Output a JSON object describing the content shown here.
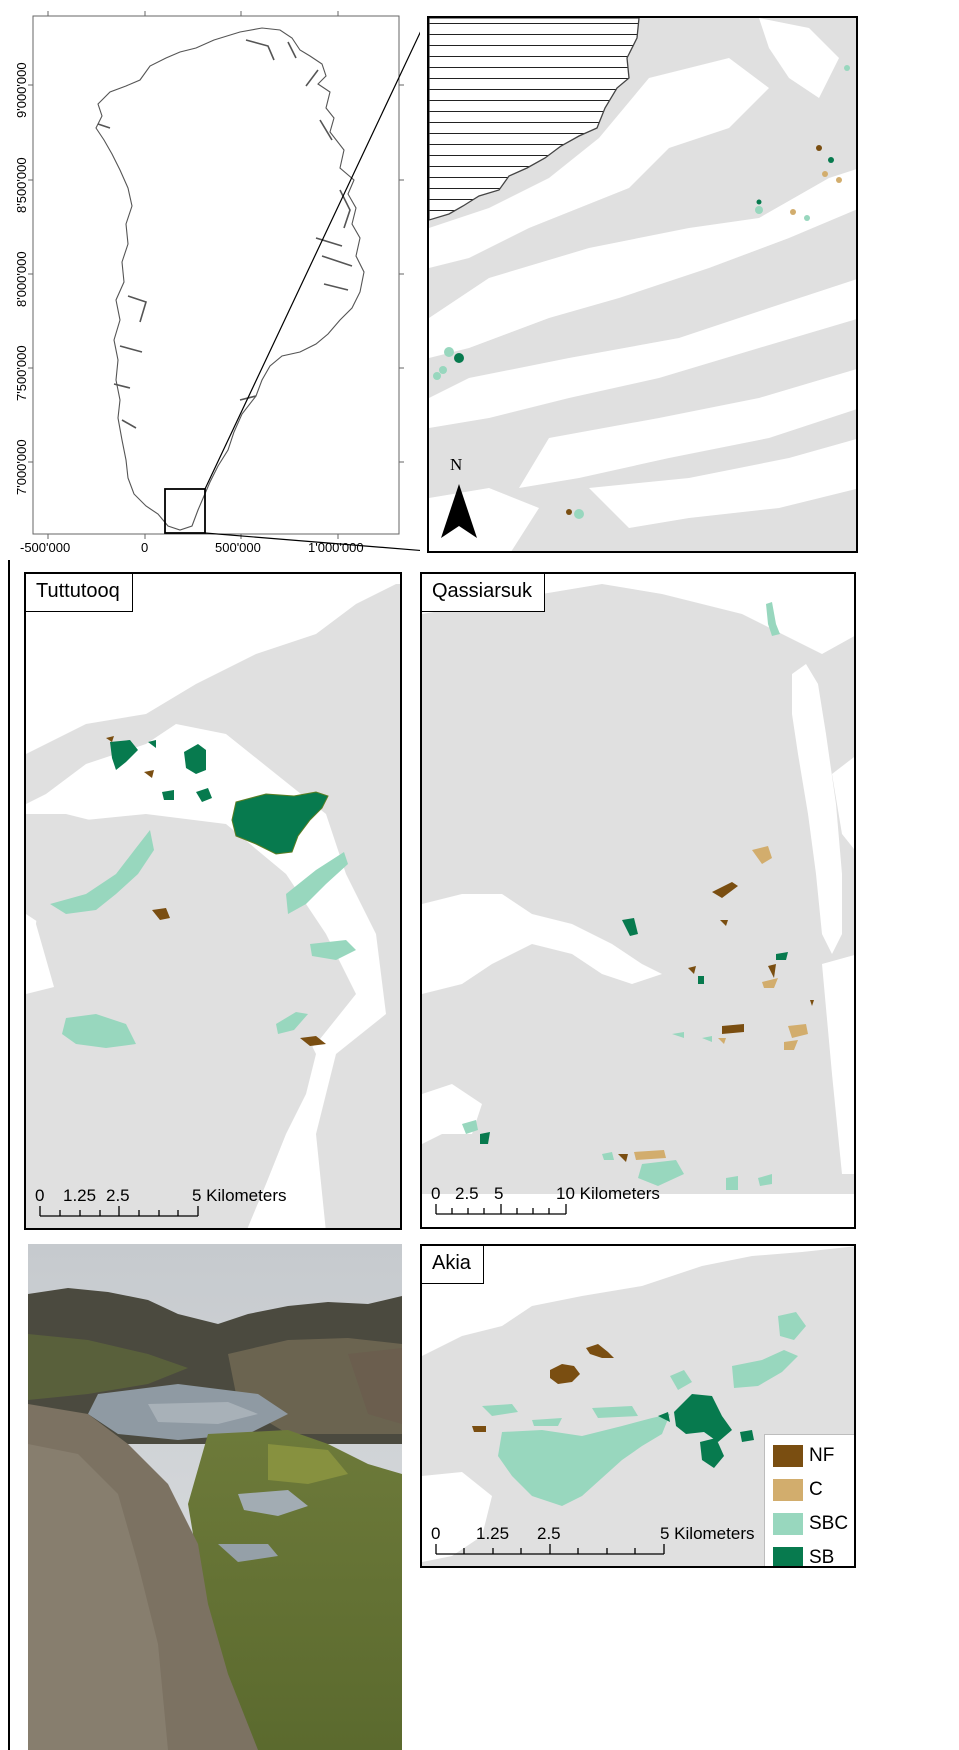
{
  "overview_map": {
    "x_ticks": [
      "-500'000",
      "0",
      "500'000",
      "1'000'000"
    ],
    "y_ticks": [
      "9'000'000",
      "8'500'000",
      "8'000'000",
      "7'500'000",
      "7'000'000"
    ]
  },
  "inset_map": {
    "north_label": "N"
  },
  "panels": {
    "tuttutooq": {
      "title": "Tuttutooq",
      "scale_labels": [
        "0",
        "1.25",
        "2.5",
        "5 Kilometers"
      ]
    },
    "qassiarsuk": {
      "title": "Qassiarsuk",
      "scale_labels": [
        "0",
        "2.5",
        "5",
        "10 Kilometers"
      ]
    },
    "akia": {
      "title": "Akia",
      "scale_labels": [
        "0",
        "1.25",
        "2.5",
        "5 Kilometers"
      ]
    }
  },
  "legend": {
    "items": [
      {
        "label": "NF",
        "color": "#7a4e11"
      },
      {
        "label": "C",
        "color": "#d2ad6d"
      },
      {
        "label": "SBC",
        "color": "#98d7be"
      },
      {
        "label": "SB",
        "color": "#077a4e"
      }
    ]
  },
  "colors": {
    "land": "#e0e0e0",
    "water": "#ffffff",
    "frame": "#000000",
    "outline": "#555555"
  },
  "photo": {
    "subject": "landscape-photo"
  }
}
